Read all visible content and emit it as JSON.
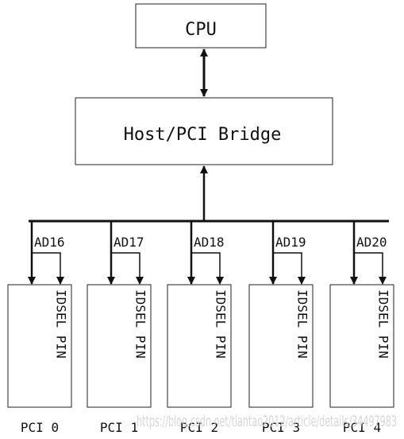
{
  "nodes": {
    "cpu": {
      "label": "CPU"
    },
    "bridge": {
      "label": "Host/PCI Bridge"
    }
  },
  "slots": [
    {
      "name": "PCI 0",
      "signal": "AD16",
      "pin_label": "IDSEL PIN"
    },
    {
      "name": "PCI 1",
      "signal": "AD17",
      "pin_label": "IDSEL PIN"
    },
    {
      "name": "PCI 2",
      "signal": "AD18",
      "pin_label": "IDSEL PIN"
    },
    {
      "name": "PCI 3",
      "signal": "AD19",
      "pin_label": "IDSEL PIN"
    },
    {
      "name": "PCI 4",
      "signal": "AD20",
      "pin_label": "IDSEL PIN"
    }
  ],
  "watermark": "https://blog.csdn.net/tiantao2012/article/details/34497983",
  "colors": {
    "ink": "#111111",
    "watermark": "#d6d6d6"
  }
}
